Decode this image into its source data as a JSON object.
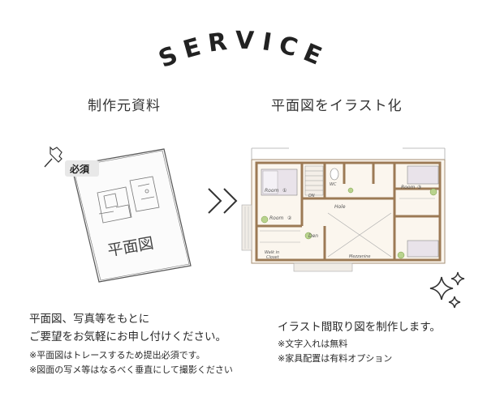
{
  "title": "SERVICE",
  "left_heading": "制作元資料",
  "right_heading": "平面図をイラスト化",
  "badge": "必須",
  "sketch_label": "平面図",
  "floorplan": {
    "room_top": "Room",
    "room_top_num": "①",
    "room_left": "Room",
    "room_left_num": "②",
    "room_right": "Room",
    "room_right_num": "③",
    "hole": "Hole",
    "den": "Den",
    "dn": "DN",
    "wc": "WC",
    "walk_in_1": "Walk in",
    "walk_in_2": "Closet",
    "mezzanine": "Mezzanine"
  },
  "left_text": {
    "line1": "平面図、写真等をもとに",
    "line2": "ご要望をお気軽にお申し付けください。",
    "note1": "※平面図はトレースするため提出必須です。",
    "note2": "※図面の写メ等はなるべく垂直にして撮影ください"
  },
  "right_text": {
    "line1": "イラスト間取り図を制作します。",
    "note1": "※文字入れは無料",
    "note2": "※家具配置は有料オプション"
  }
}
